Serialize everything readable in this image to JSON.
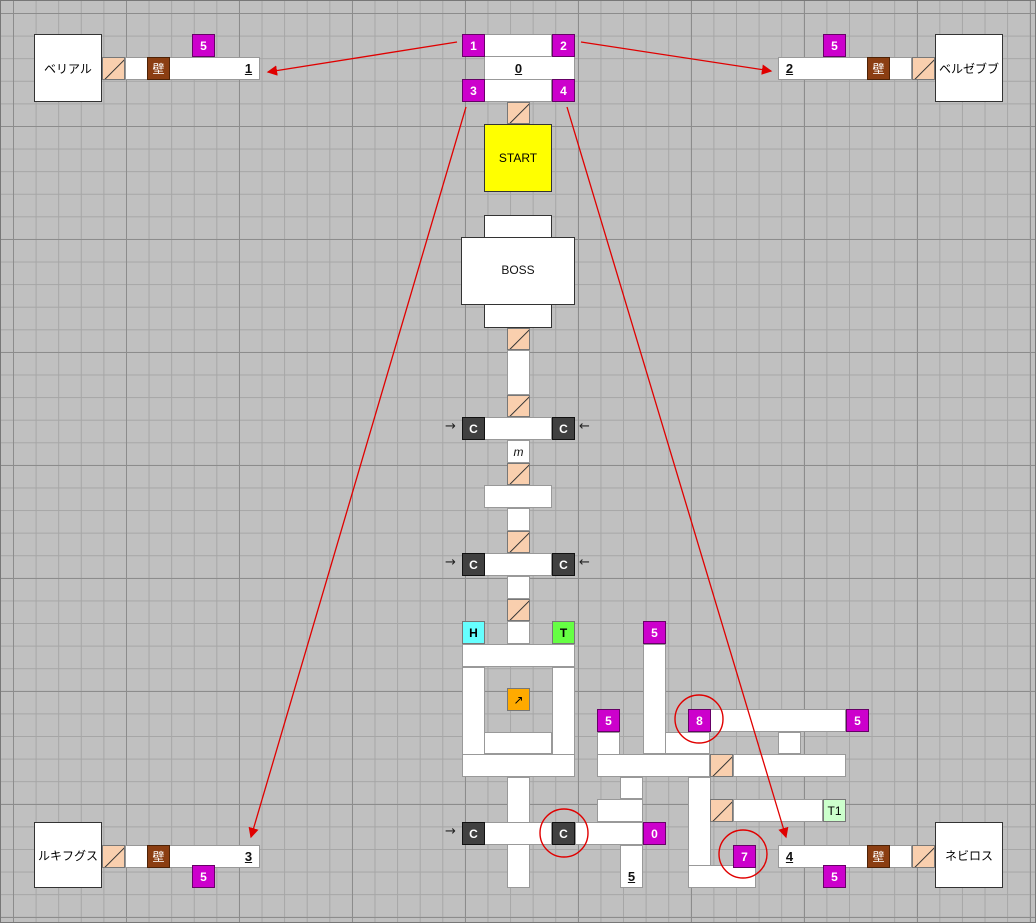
{
  "rooms": {
    "start": "START",
    "boss": "BOSS",
    "belial": "ベリアル",
    "beelzebub": "ベルゼブブ",
    "lucifugus": "ルキフグス",
    "nebiros": "ネビロス"
  },
  "warps": {
    "w1": "1",
    "w2": "2",
    "w3": "3",
    "w4": "4",
    "w5_belial": "5",
    "w5_beelzebub": "5",
    "w5_lucifugus": "5",
    "w5_nebiros": "5",
    "w5_a": "5",
    "w5_b": "5",
    "w5_c": "5",
    "w7": "7",
    "w8": "8",
    "w0": "0"
  },
  "numbers": {
    "n0": "0",
    "n1": "1",
    "n2": "2",
    "n3": "3",
    "n4": "4",
    "n5": "5"
  },
  "wall_label": "壁",
  "switch_label": "C",
  "heal_label": "H",
  "treasure_label": "T",
  "treasure1_label": "T1",
  "monster_label": "m",
  "arrows": {
    "right": "→",
    "left": "←",
    "diag": "↗"
  },
  "colors": {
    "warp": "#cc00cc",
    "start": "#ffff00",
    "heal": "#66ffff",
    "treasure": "#66ff44",
    "treasure1": "#ccffcc",
    "item": "#ffaa00",
    "wall": "#8b3e12",
    "stairs": "#f9cfae",
    "route_line": "#e00000"
  }
}
